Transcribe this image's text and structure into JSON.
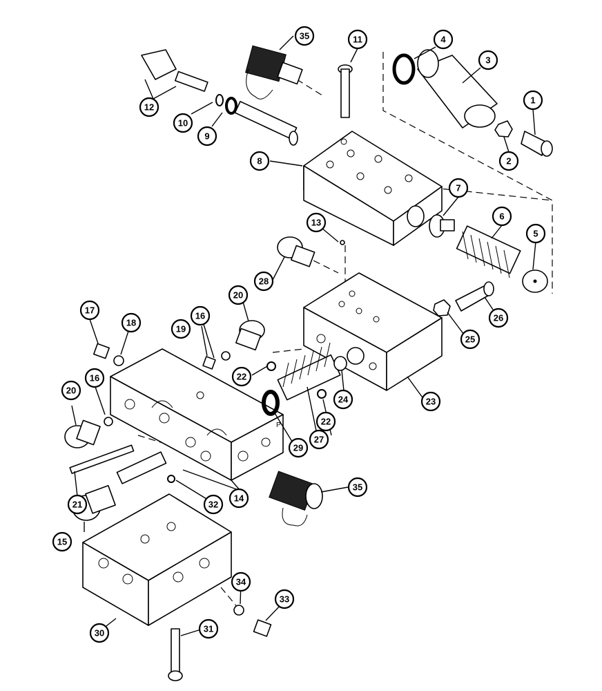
{
  "callouts": [
    {
      "id": "c1",
      "label": "1"
    },
    {
      "id": "c2",
      "label": "2"
    },
    {
      "id": "c3",
      "label": "3"
    },
    {
      "id": "c4",
      "label": "4"
    },
    {
      "id": "c5",
      "label": "5"
    },
    {
      "id": "c6",
      "label": "6"
    },
    {
      "id": "c7",
      "label": "7"
    },
    {
      "id": "c8",
      "label": "8"
    },
    {
      "id": "c9",
      "label": "9"
    },
    {
      "id": "c10",
      "label": "10"
    },
    {
      "id": "c11",
      "label": "11"
    },
    {
      "id": "c12",
      "label": "12"
    },
    {
      "id": "c13",
      "label": "13"
    },
    {
      "id": "c14",
      "label": "14"
    },
    {
      "id": "c15",
      "label": "15"
    },
    {
      "id": "c16a",
      "label": "16"
    },
    {
      "id": "c16b",
      "label": "16"
    },
    {
      "id": "c17",
      "label": "17"
    },
    {
      "id": "c18",
      "label": "18"
    },
    {
      "id": "c19",
      "label": "19"
    },
    {
      "id": "c20a",
      "label": "20"
    },
    {
      "id": "c20b",
      "label": "20"
    },
    {
      "id": "c21",
      "label": "21"
    },
    {
      "id": "c22a",
      "label": "22"
    },
    {
      "id": "c22b",
      "label": "22"
    },
    {
      "id": "c23",
      "label": "23"
    },
    {
      "id": "c24",
      "label": "24"
    },
    {
      "id": "c25",
      "label": "25"
    },
    {
      "id": "c26",
      "label": "26"
    },
    {
      "id": "c27",
      "label": "27"
    },
    {
      "id": "c28",
      "label": "28"
    },
    {
      "id": "c29",
      "label": "29"
    },
    {
      "id": "c30",
      "label": "30"
    },
    {
      "id": "c31",
      "label": "31"
    },
    {
      "id": "c32",
      "label": "32"
    },
    {
      "id": "c33",
      "label": "33"
    },
    {
      "id": "c34",
      "label": "34"
    },
    {
      "id": "c35a",
      "label": "35"
    },
    {
      "id": "c35b",
      "label": "35"
    }
  ],
  "block_port_marking": "P"
}
